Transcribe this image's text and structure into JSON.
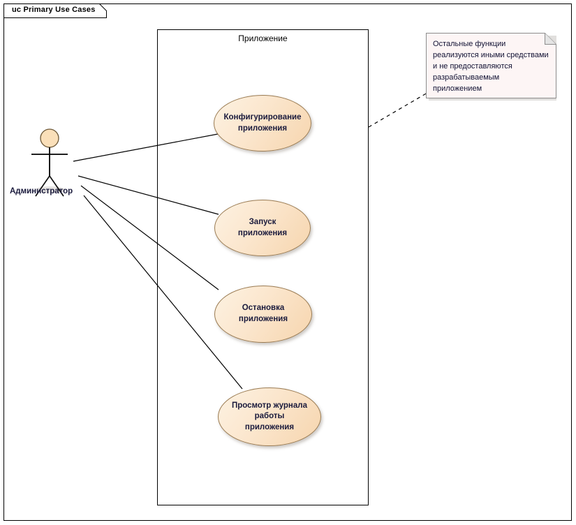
{
  "frame": {
    "tab_label": "uc Primary Use Cases"
  },
  "system_boundary": {
    "label": "Приложение"
  },
  "actor": {
    "name": "Администратор",
    "icon": "stick-figure-actor-icon"
  },
  "use_cases": [
    {
      "id": "configure",
      "label": "Конфигурирование приложения"
    },
    {
      "id": "start",
      "label": "Запуск приложения"
    },
    {
      "id": "stop",
      "label": "Остановка приложения"
    },
    {
      "id": "view-log",
      "label": "Просмотр журнала работы приложения"
    }
  ],
  "note": {
    "text": "Остальные функции реализуются иными средствами и не предоставляются разрабатываемым приложением",
    "icon": "note-folded-corner-icon"
  },
  "colors": {
    "use_case_fill": "#fbe6cd",
    "use_case_border": "#9a7b52",
    "actor_head_fill": "#fadfb9",
    "note_fill": "#fdf5f5",
    "note_border": "#999999",
    "line": "#000000",
    "label_text": "#1a1a3c"
  }
}
